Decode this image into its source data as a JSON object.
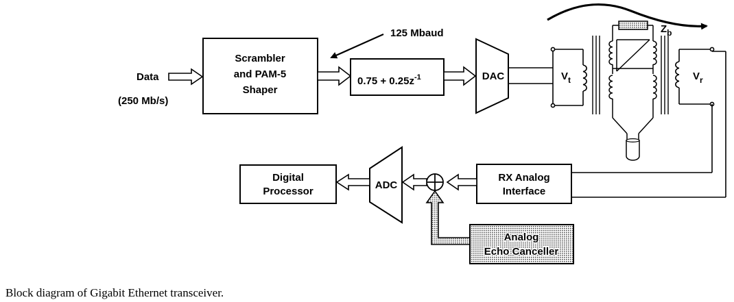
{
  "diagram": {
    "data_label": "Data",
    "data_rate": "(250 Mb/s)",
    "scrambler": {
      "line1": "Scrambler",
      "line2": "and PAM-5",
      "line3": "Shaper"
    },
    "baud_label": "125 Mbaud",
    "filter": {
      "prefix": "0.75 + 0.25z",
      "exponent": "-1"
    },
    "dac_label": "DAC",
    "vt_label": {
      "main": "V",
      "sub": "t"
    },
    "zb_label": {
      "main": "Z",
      "sub": "b"
    },
    "vr_label": {
      "main": "V",
      "sub": "r"
    },
    "rx": {
      "line1": "RX Analog",
      "line2": "Interface"
    },
    "adc_label": "ADC",
    "processor": {
      "line1": "Digital",
      "line2": "Processor"
    },
    "echo": {
      "line1": "Analog",
      "line2": "Echo Canceller"
    }
  },
  "caption": "Block diagram of Gigabit Ethernet transceiver."
}
